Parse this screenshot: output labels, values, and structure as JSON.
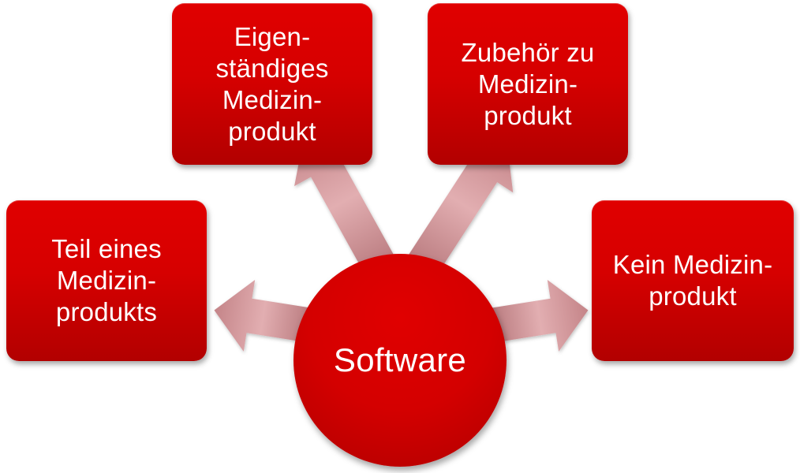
{
  "diagram": {
    "center": {
      "label": "Software"
    },
    "nodes": [
      {
        "id": "eigen",
        "label": "Eigen-\nständiges\nMedizin-\nprodukt"
      },
      {
        "id": "zubehoer",
        "label": "Zubehör zu\nMedizin-\nprodukt"
      },
      {
        "id": "teil",
        "label": "Teil eines\nMedizin-\nprodukts"
      },
      {
        "id": "kein",
        "label": "Kein Medizin-\nprodukt"
      }
    ]
  },
  "colors": {
    "node_fill": "#d60000",
    "arrow_fill": "#d9a0a3",
    "text": "#ffffff"
  }
}
